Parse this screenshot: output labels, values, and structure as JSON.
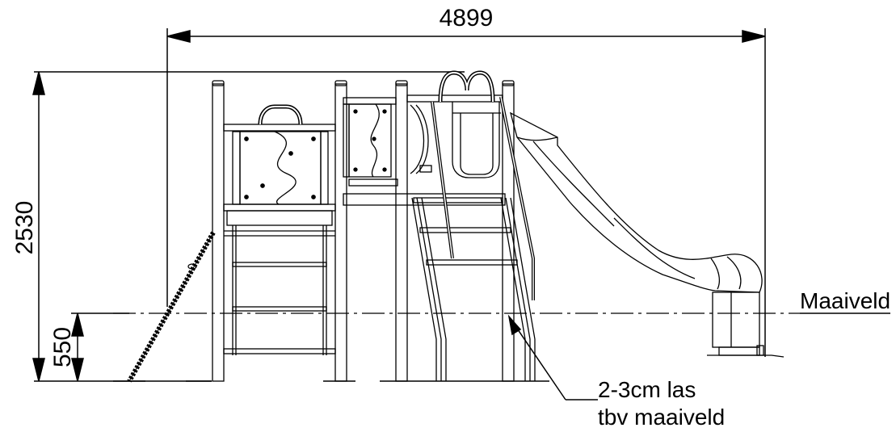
{
  "dimensions": {
    "total_width": "4899",
    "total_height": "2530",
    "depth_below_ground": "550"
  },
  "annotations": {
    "ground_label": "Maaiveld",
    "weld_note_line1": "2-3cm las",
    "weld_note_line2": "tbv maaiveld"
  }
}
